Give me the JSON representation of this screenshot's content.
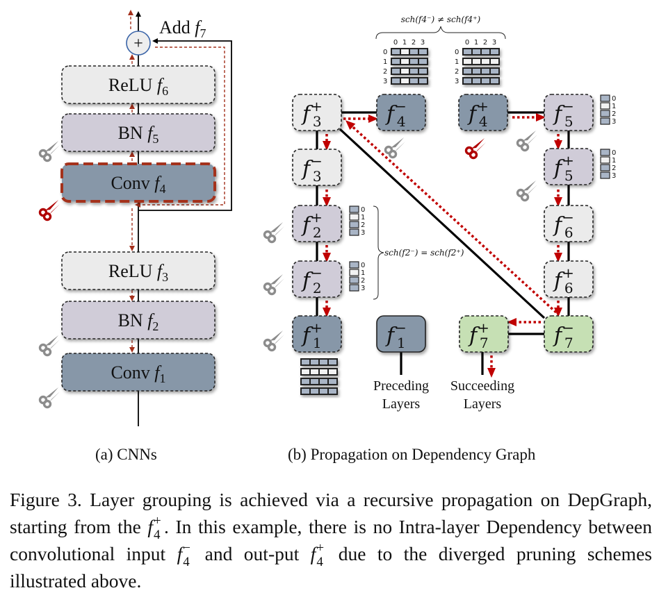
{
  "panel_a": {
    "add_label": "Add",
    "add_sym": "f",
    "add_sub": "7",
    "plus": "+",
    "layers": [
      {
        "name": "ReLU",
        "sym": "f",
        "sub": "6",
        "kind": "relu"
      },
      {
        "name": "BN",
        "sym": "f",
        "sub": "5",
        "kind": "bn"
      },
      {
        "name": "Conv",
        "sym": "f",
        "sub": "4",
        "kind": "conv",
        "highlighted": true
      },
      {
        "name": "ReLU",
        "sym": "f",
        "sub": "3",
        "kind": "relu"
      },
      {
        "name": "BN",
        "sym": "f",
        "sub": "2",
        "kind": "bn"
      },
      {
        "name": "Conv",
        "sym": "f",
        "sub": "1",
        "kind": "conv"
      }
    ],
    "subcaption": "(a) CNNs"
  },
  "panel_b": {
    "nodes": [
      {
        "id": "f3p",
        "sym": "f",
        "sub": "3",
        "sign": "+",
        "kind": "relu"
      },
      {
        "id": "f4m",
        "sym": "f",
        "sub": "4",
        "sign": "−",
        "kind": "conv"
      },
      {
        "id": "f4p",
        "sym": "f",
        "sub": "4",
        "sign": "+",
        "kind": "conv"
      },
      {
        "id": "f5m",
        "sym": "f",
        "sub": "5",
        "sign": "−",
        "kind": "bn"
      },
      {
        "id": "f3m",
        "sym": "f",
        "sub": "3",
        "sign": "−",
        "kind": "relu"
      },
      {
        "id": "f5p",
        "sym": "f",
        "sub": "5",
        "sign": "+",
        "kind": "bn"
      },
      {
        "id": "f2p",
        "sym": "f",
        "sub": "2",
        "sign": "+",
        "kind": "bn"
      },
      {
        "id": "f6m",
        "sym": "f",
        "sub": "6",
        "sign": "−",
        "kind": "relu"
      },
      {
        "id": "f2m",
        "sym": "f",
        "sub": "2",
        "sign": "−",
        "kind": "bn"
      },
      {
        "id": "f6p",
        "sym": "f",
        "sub": "6",
        "sign": "+",
        "kind": "relu"
      },
      {
        "id": "f1p",
        "sym": "f",
        "sub": "1",
        "sign": "+",
        "kind": "conv"
      },
      {
        "id": "f1m",
        "sym": "f",
        "sub": "1",
        "sign": "−",
        "kind": "conv",
        "solid": true
      },
      {
        "id": "f7p",
        "sym": "f",
        "sub": "7",
        "sign": "+",
        "kind": "add"
      },
      {
        "id": "f7m",
        "sym": "f",
        "sub": "7",
        "sign": "−",
        "kind": "add"
      }
    ],
    "scheme_top": "sch(f4⁻) ≠ sch(f4⁺)",
    "scheme_mid": "sch(f2⁻) = sch(f2⁺)",
    "grid_col_labels": [
      "0",
      "1",
      "2",
      "3"
    ],
    "grid_row_labels": [
      "0",
      "1",
      "2",
      "3"
    ],
    "f4m_grid_pruned_column": 1,
    "f4p_grid_pruned_row": 1,
    "f1p_grid_pruned_row": 1,
    "channel_labels": [
      "0",
      "1",
      "2",
      "3"
    ],
    "channel_pruned_index": 1,
    "preceding_label": [
      "Preceding",
      "Layers"
    ],
    "succeeding_label": [
      "Succeeding",
      "Layers"
    ],
    "subcaption": "(b) Propagation on Dependency Graph"
  },
  "colors": {
    "conv": "#8797a8",
    "bn": "#d0ccd8",
    "relu": "#ebebeb",
    "add": "#c6e0b4",
    "cell_on": "#a9b5c6",
    "cell_off": "#f2f2f2",
    "propagation": "#c00000",
    "highlight_border": "#a4301c",
    "scissor_gray": "#8c8c8c",
    "scissor_red": "#b00000",
    "circle_stroke": "#3a64a8"
  },
  "caption": {
    "p1": "Figure 3.  Layer grouping is achieved via a recursive propagation on DepGraph, starting from the ",
    "p2": ".  In this example, there is no Intra-layer Dependency between convolutional input ",
    "p3": " and out-put ",
    "p4": " due to the diverged pruning schemes illustrated above.",
    "f": "f",
    "sub": "4",
    "plus": "+",
    "minus": "−"
  }
}
